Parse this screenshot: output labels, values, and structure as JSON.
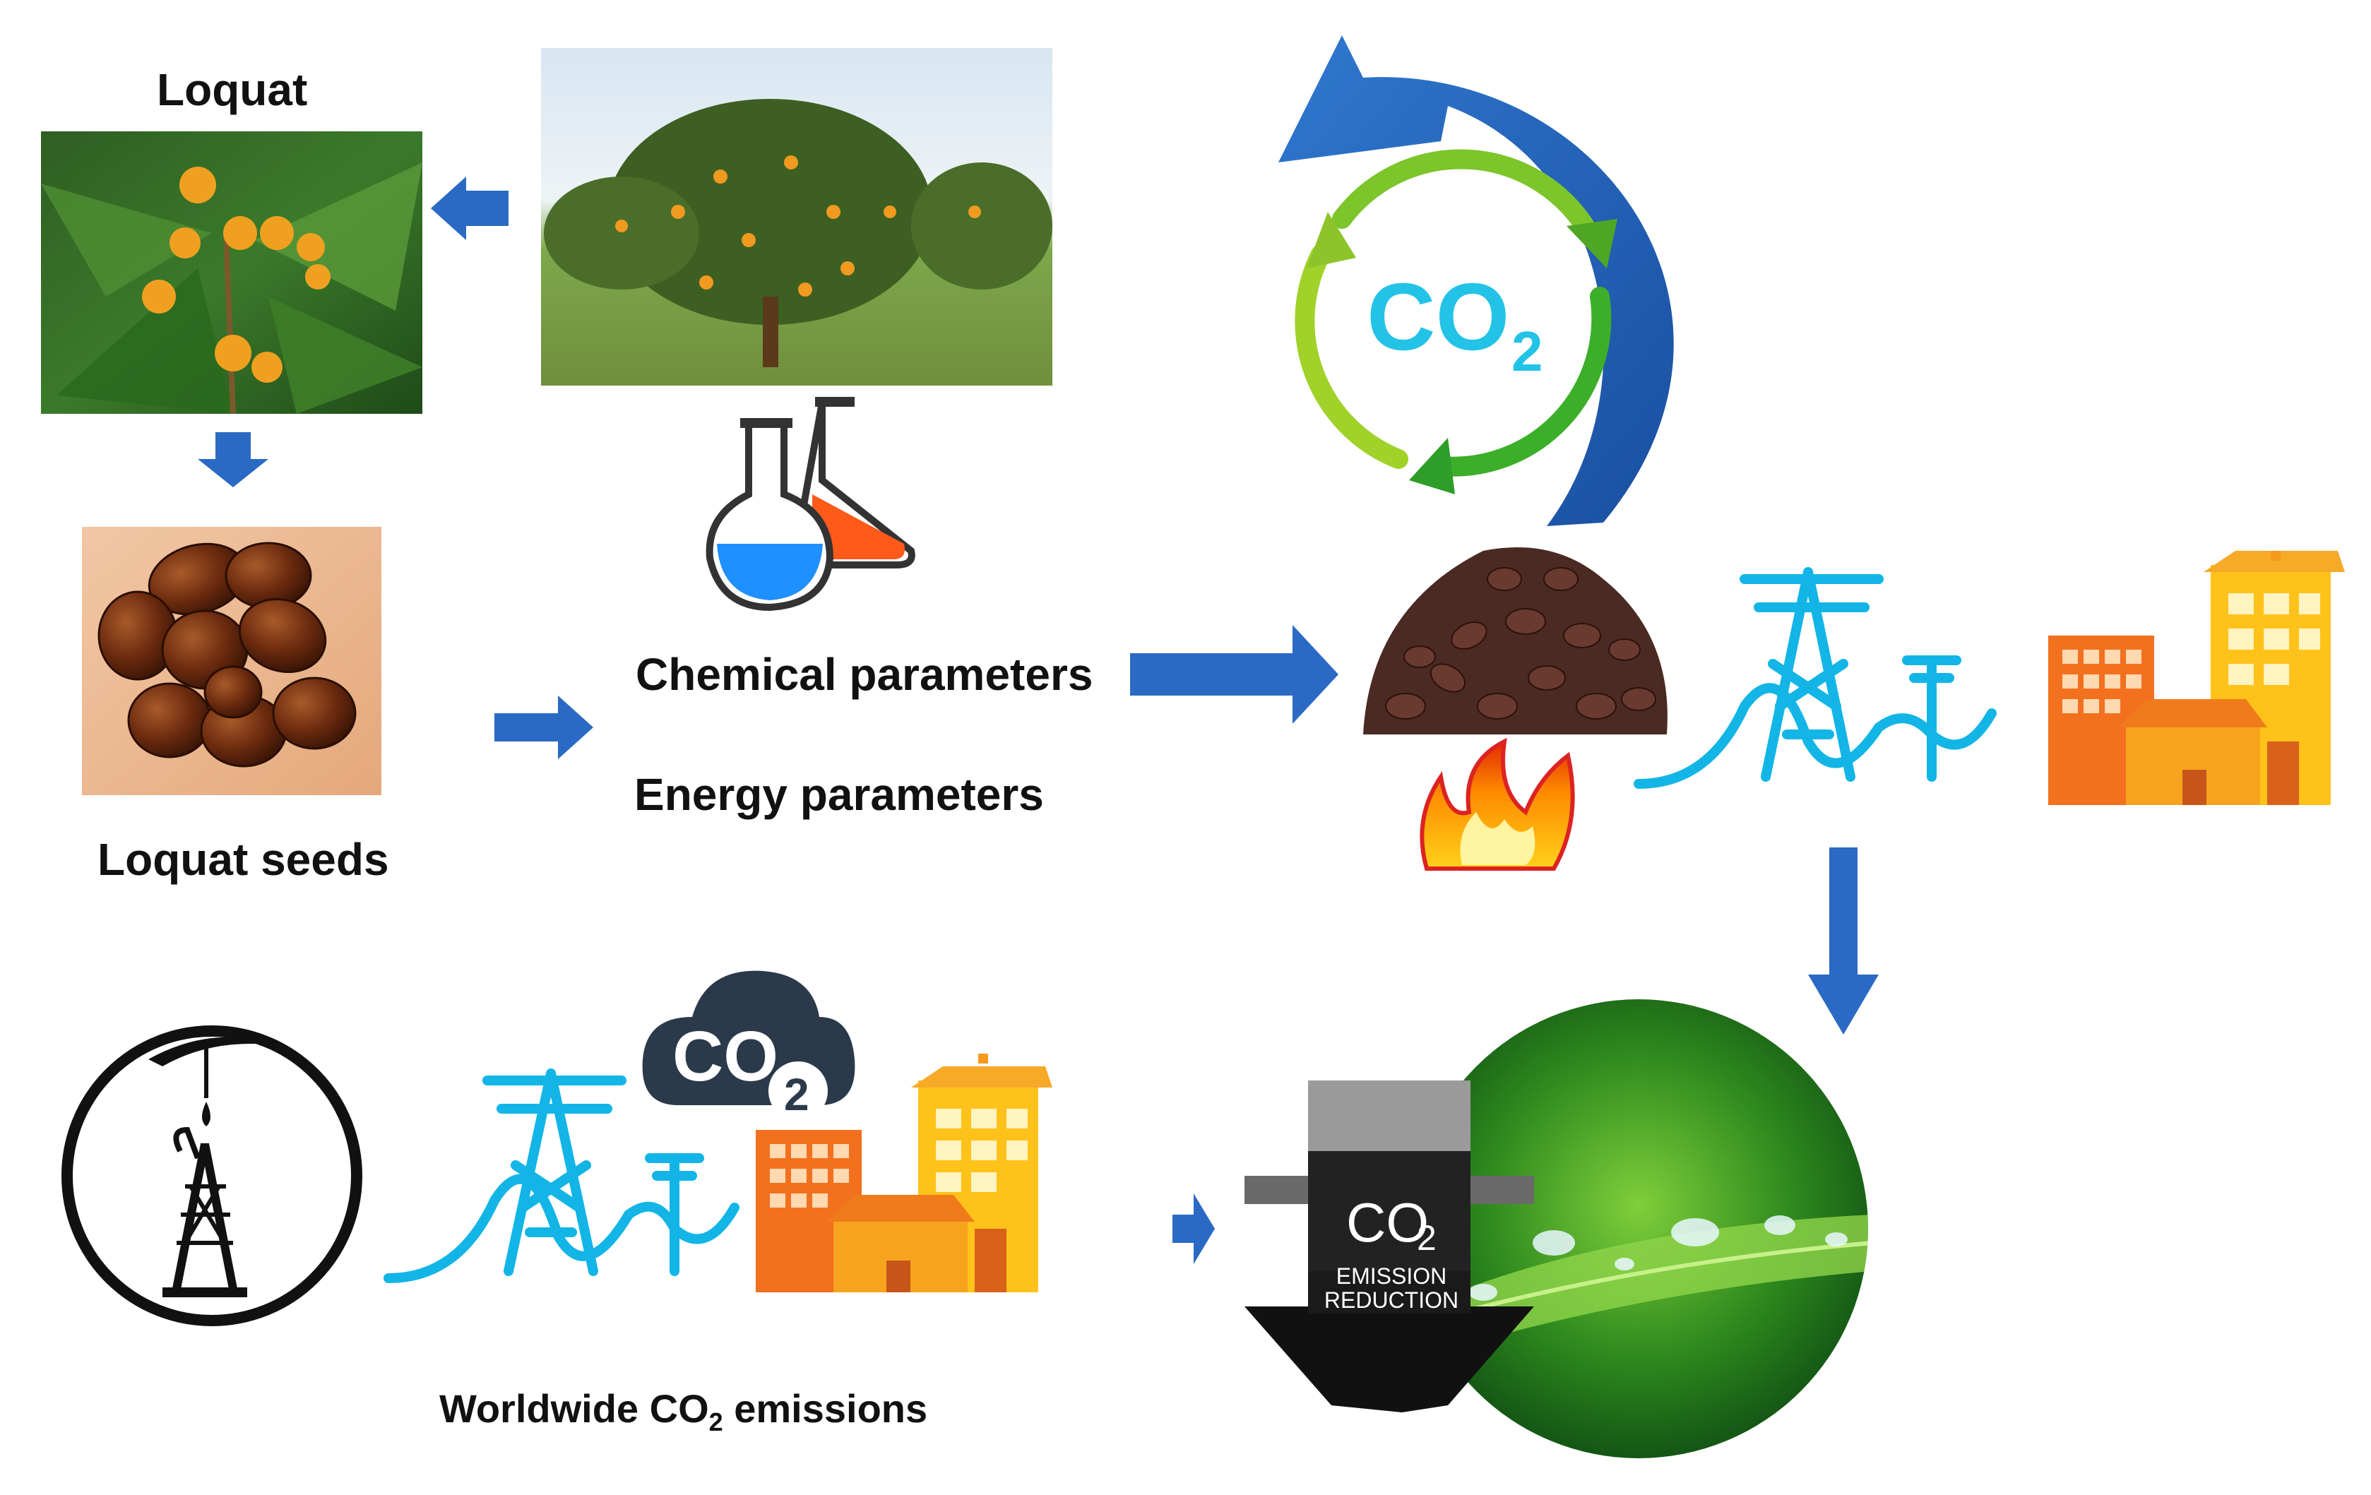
{
  "labels": {
    "loquat": "Loquat",
    "loquat_seeds": "Loquat seeds",
    "chemical_parameters": "Chemical parameters",
    "energy_parameters": "Energy parameters",
    "worldwide_prefix": "Worldwide CO",
    "worldwide_sub": "2",
    "worldwide_suffix": " emissions"
  },
  "co2_cycle": {
    "main": "CO",
    "sub": "2"
  },
  "co2_cloud": {
    "main": "CO",
    "sub": "2"
  },
  "emission_badge": {
    "main": "CO",
    "sub": "2",
    "line1": "EMISSION",
    "line2": "REDUCTION"
  },
  "icons": [
    "loquat-fruit-photo",
    "loquat-tree-photo",
    "flasks-icon",
    "loquat-seeds-photo",
    "co2-cycle-icon",
    "roasted-seeds-photo",
    "fire-icon",
    "power-grid-icon",
    "buildings-icon",
    "oil-rig-icon",
    "co2-cloud-icon",
    "leaf-droplets-photo"
  ],
  "colors": {
    "arrow": "#2a6ac4",
    "arrow_dark": "#1d55a8",
    "power_line": "#12b5e6",
    "co2_text": "#22c3e6",
    "cycle_green": "#6cc12a",
    "cycle_dark_green": "#2e9e28",
    "flask_blue": "#1e90ff",
    "flask_orange": "#ff5a1a",
    "building_orange": "#f39a1f",
    "building_yellow": "#ffc21a"
  }
}
